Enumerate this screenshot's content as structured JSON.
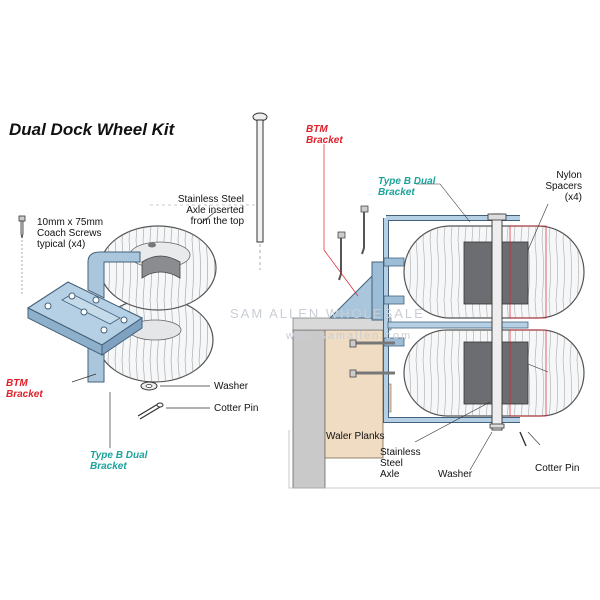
{
  "title": "Dual Dock Wheel Kit",
  "colors": {
    "bracket": "#a9c6dd",
    "bracket_dark": "#6f93b3",
    "tyre": "#f6f7f8",
    "tyre_line": "#555555",
    "spacer": "#6b6d70",
    "wood": "#f0dcc3",
    "dock": "#c9c9c9",
    "red_label": "#e0202a",
    "teal_label": "#1aa39b"
  },
  "left": {
    "coach_screws": "10mm x 75mm Coach Screws typical (x4)",
    "axle_note": "Stainless Steel Axle inserted from the top",
    "btm_bracket": "BTM Bracket",
    "washer": "Washer",
    "cotter_pin": "Cotter Pin",
    "type_b": "Type B Dual Bracket"
  },
  "right": {
    "btm_bracket": "BTM Bracket",
    "type_b": "Type B Dual Bracket",
    "nylon_spacers": "Nylon Spacers (x4)",
    "waler_planks": "Waler Planks",
    "axle": "Stainless Steel Axle",
    "washer": "Washer",
    "cotter_pin": "Cotter Pin"
  },
  "watermark": {
    "line1": "SAM ALLEN WHOLESALE",
    "line2": "www.samallen.com"
  }
}
